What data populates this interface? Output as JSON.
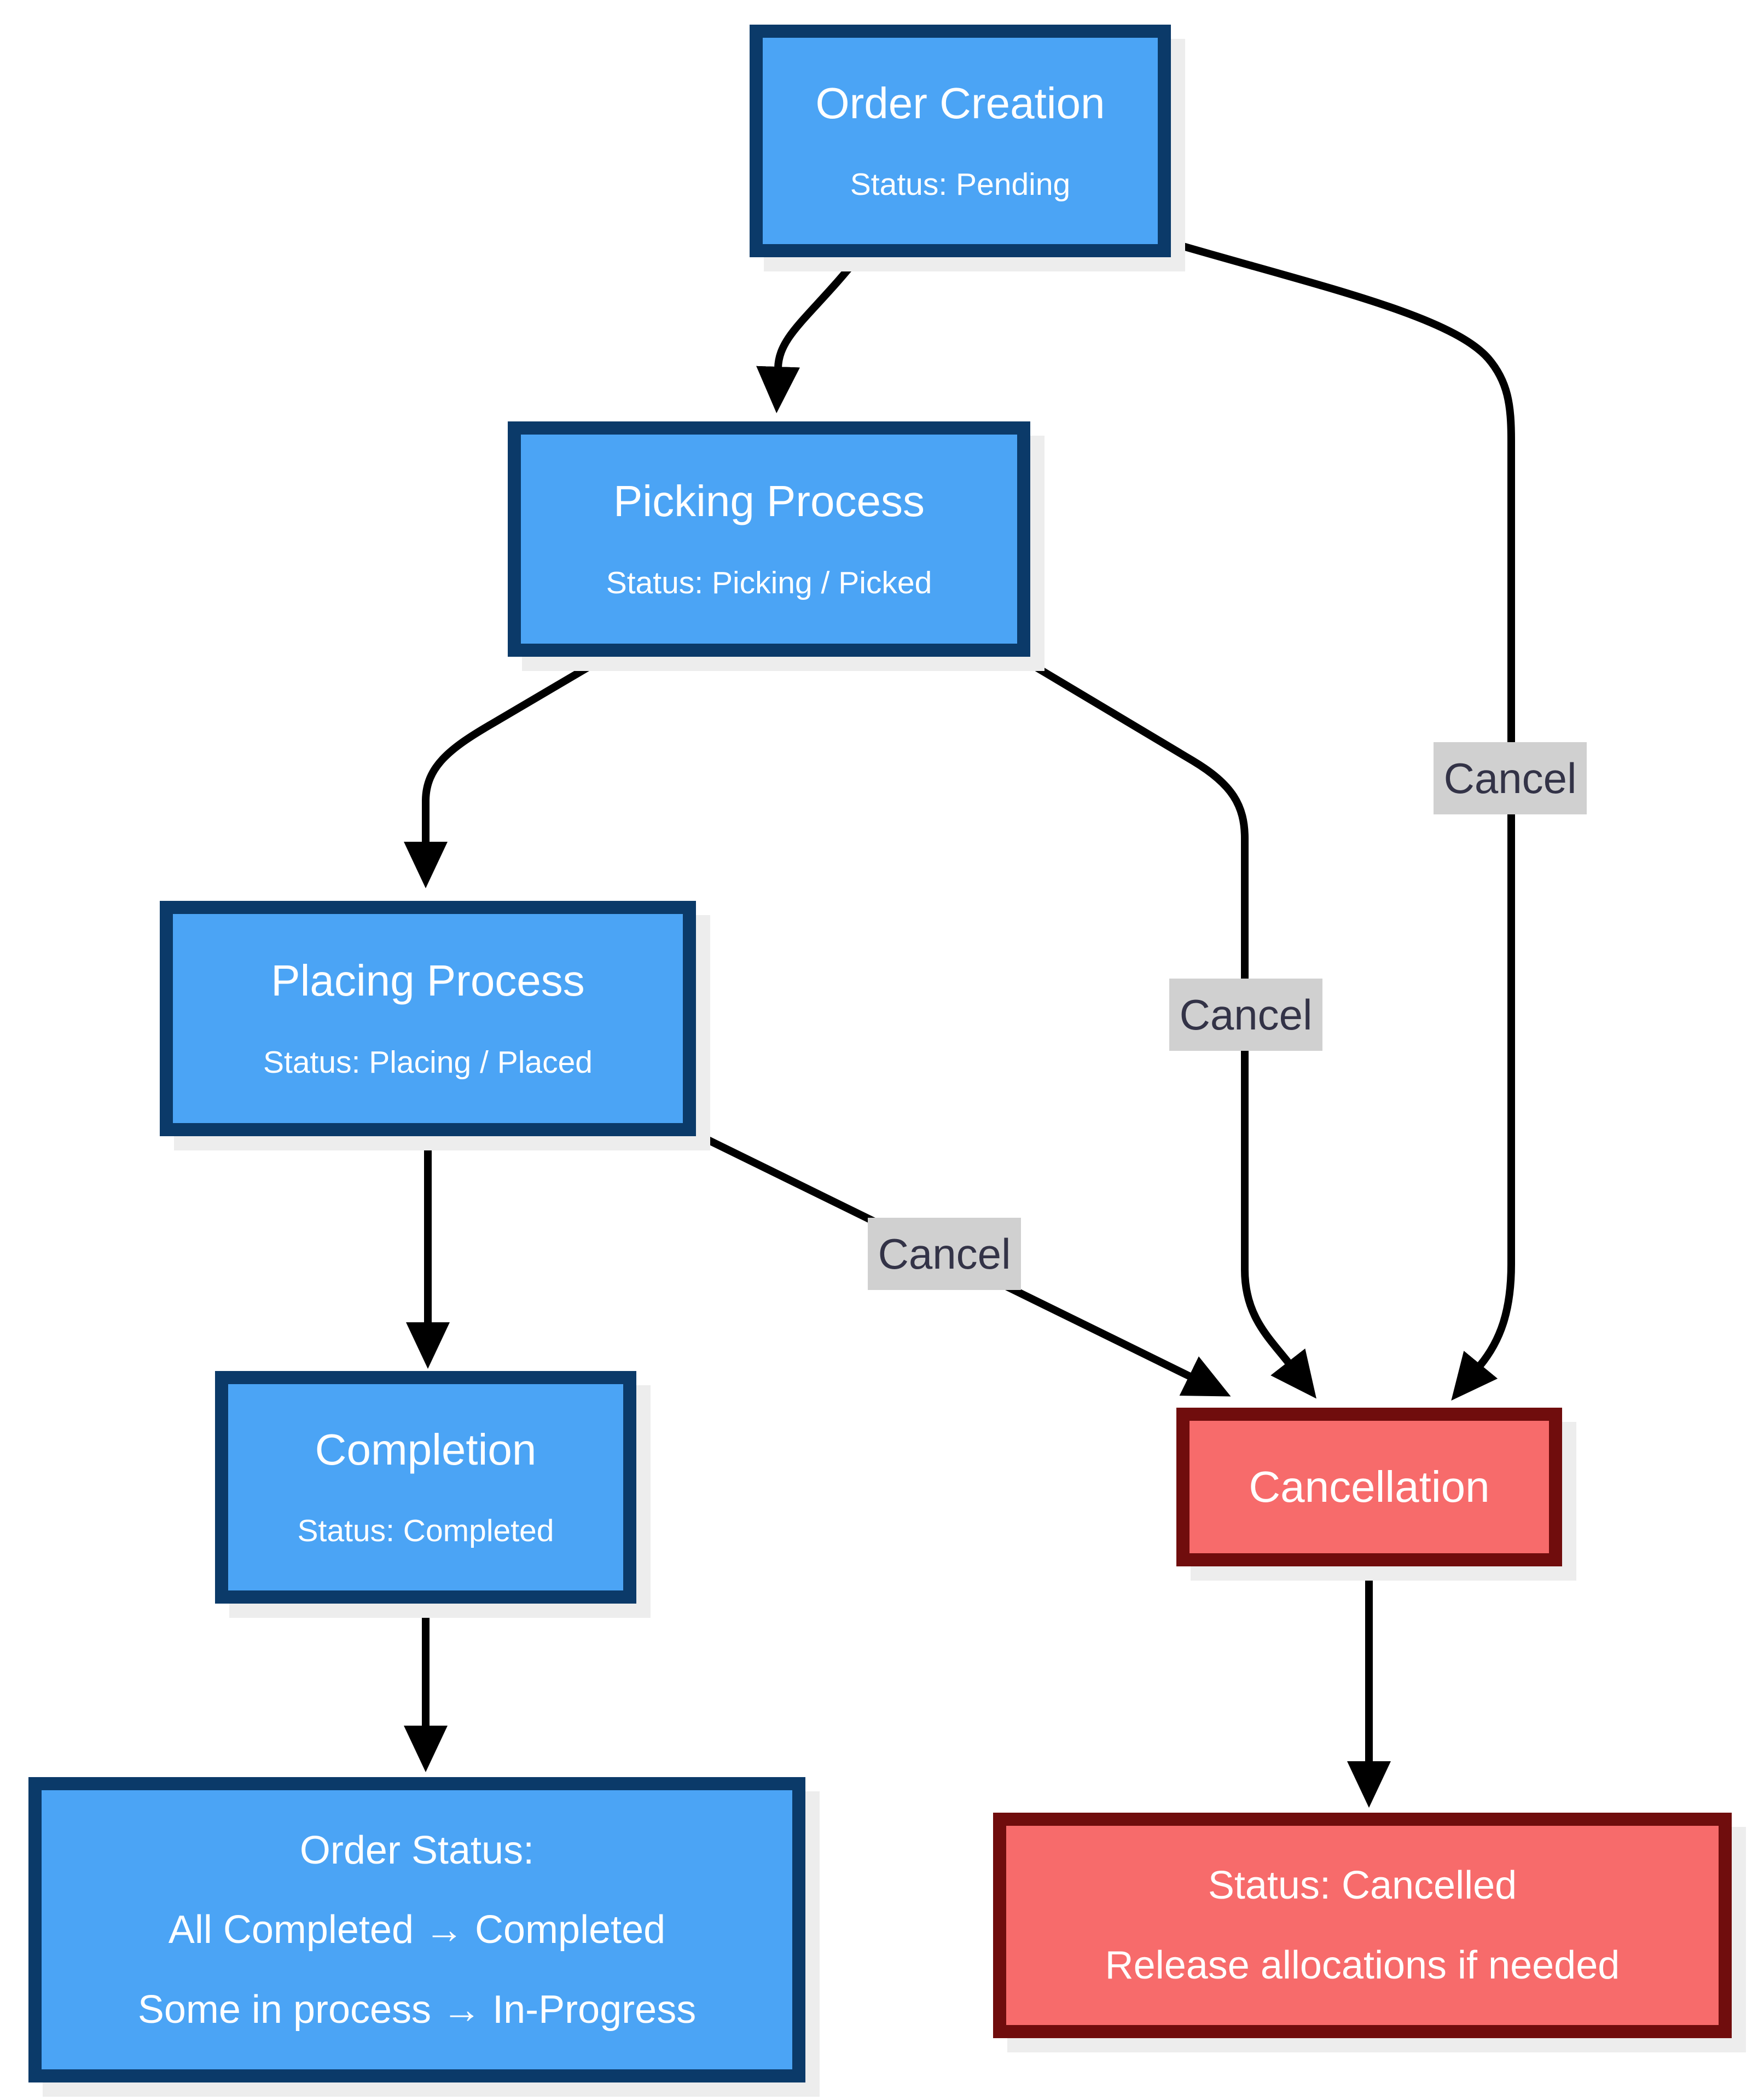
{
  "diagram": {
    "title_hint": "Order lifecycle flowchart",
    "nodes": {
      "order_creation": {
        "title": "Order Creation",
        "status": "Status: Pending"
      },
      "picking": {
        "title": "Picking Process",
        "status": "Status: Picking / Picked"
      },
      "placing": {
        "title": "Placing Process",
        "status": "Status: Placing / Placed"
      },
      "completion": {
        "title": "Completion",
        "status": "Status: Completed"
      },
      "order_status": {
        "line1": "Order Status:",
        "line2": "All Completed → Completed",
        "line3": "Some in process → In-Progress"
      },
      "cancellation": {
        "title": "Cancellation"
      },
      "cancelled": {
        "line1": "Status: Cancelled",
        "line2": "Release allocations if needed"
      }
    },
    "edges": [
      {
        "from": "order_creation",
        "to": "picking",
        "label": ""
      },
      {
        "from": "picking",
        "to": "placing",
        "label": ""
      },
      {
        "from": "placing",
        "to": "completion",
        "label": ""
      },
      {
        "from": "completion",
        "to": "order_status",
        "label": ""
      },
      {
        "from": "order_creation",
        "to": "cancellation",
        "label": "Cancel"
      },
      {
        "from": "picking",
        "to": "cancellation",
        "label": "Cancel"
      },
      {
        "from": "placing",
        "to": "cancellation",
        "label": "Cancel"
      },
      {
        "from": "cancellation",
        "to": "cancelled",
        "label": ""
      }
    ],
    "colors": {
      "node_blue_fill": "#4ba4f5",
      "node_blue_border": "#0b3a69",
      "node_red_fill": "#f76b6b",
      "node_red_border": "#700d0d",
      "node_text": "#ffffff",
      "edge_stroke": "#000000",
      "edge_label_bg": "#d0d0d0",
      "edge_label_text": "#333347",
      "shadow": "#ededed",
      "background": "#ffffff"
    }
  }
}
